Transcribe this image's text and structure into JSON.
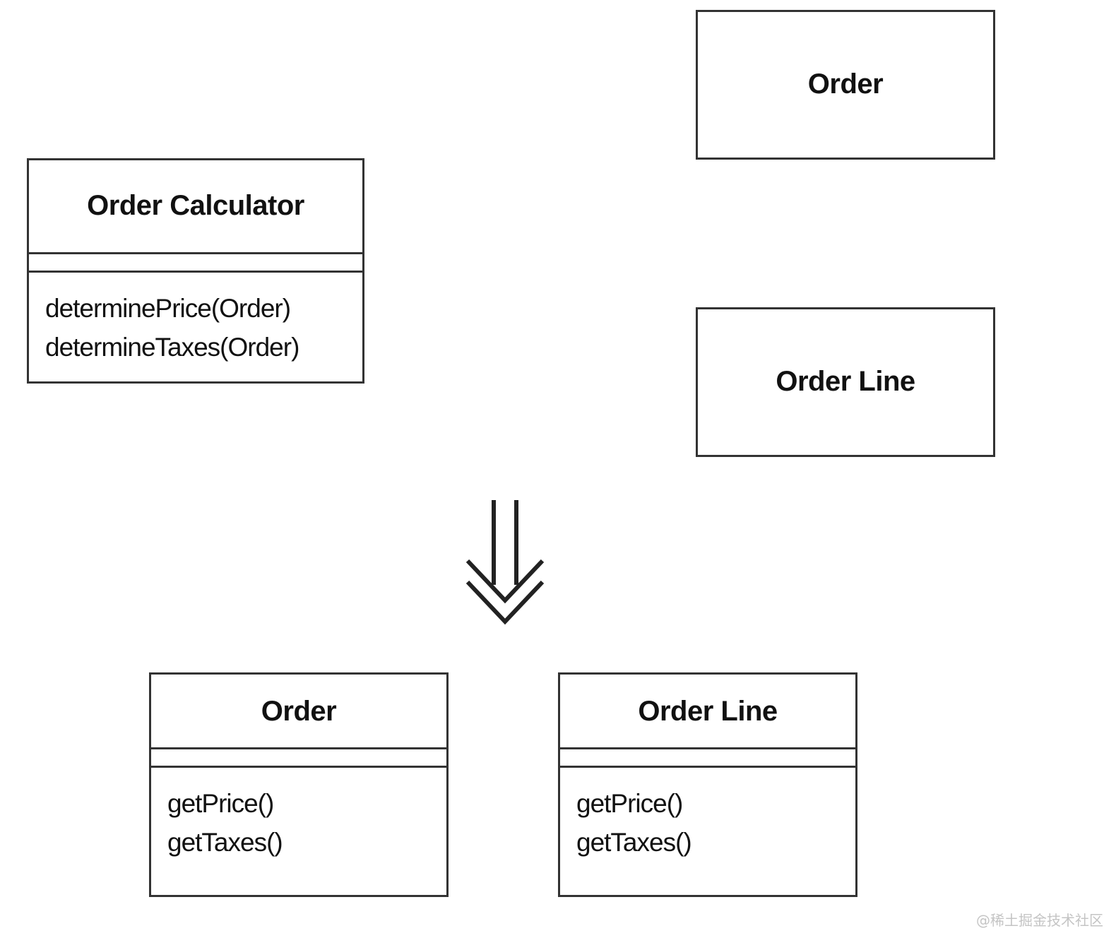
{
  "before": {
    "order_calculator": {
      "title": "Order Calculator",
      "methods": [
        "determinePrice(Order)",
        "determineTaxes(Order)"
      ]
    },
    "order": {
      "title": "Order"
    },
    "order_line": {
      "title": "Order Line"
    }
  },
  "transform_arrow": {
    "icon": "double-down-arrow-icon"
  },
  "after": {
    "order": {
      "title": "Order",
      "methods": [
        "getPrice()",
        "getTaxes()"
      ]
    },
    "order_line": {
      "title": "Order Line",
      "methods": [
        "getPrice()",
        "getTaxes()"
      ]
    }
  },
  "watermark": "@稀土掘金技术社区",
  "colors": {
    "line": "#333333",
    "text": "#111111",
    "watermark": "#c4c4c4",
    "background": "#ffffff"
  }
}
